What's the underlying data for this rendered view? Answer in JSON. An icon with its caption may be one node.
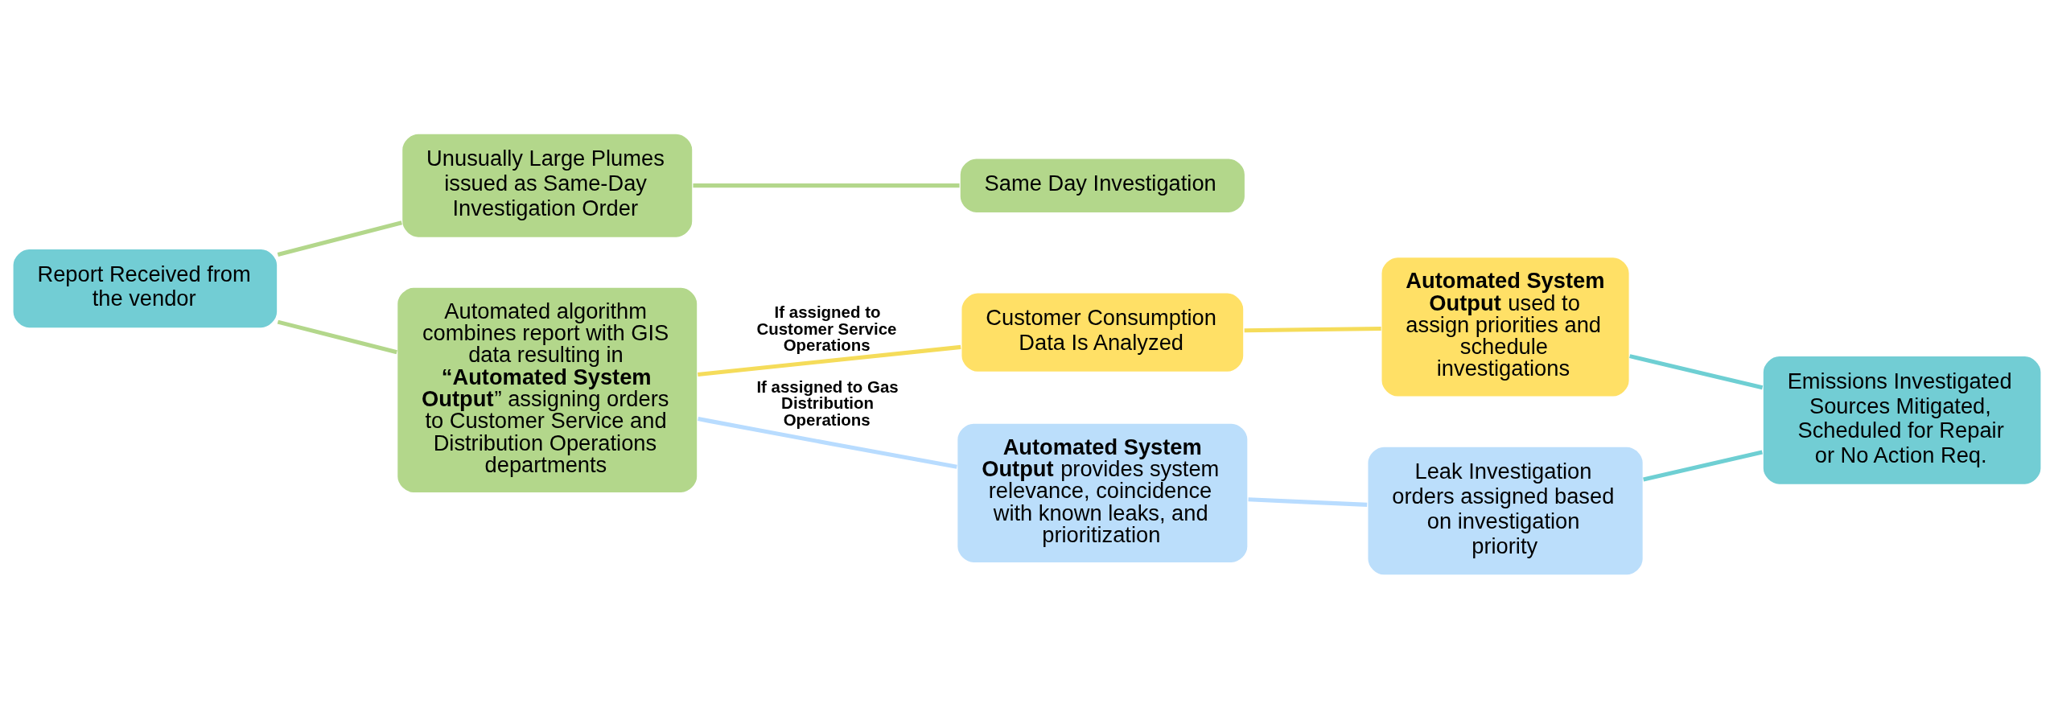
{
  "diagram": {
    "nodes": [
      {
        "text": [
          "Report Received from the vendor"
        ]
      },
      {
        "text": [
          "Unusually Large Plumes issued as Same-Day Investigation Order"
        ]
      },
      {
        "text": [
          "Same Day Investigation"
        ]
      },
      {
        "text": [
          "Automated algorithm combines report with GIS data resulting in **“Automated System Output**” assigning orders to Customer Service and Distribution Operations departments"
        ]
      },
      {
        "text": [
          "Customer Consumption Data Is Analyzed"
        ]
      },
      {
        "text": [
          "**Automated System Output** used to assign priorities and schedule investigations"
        ]
      },
      {
        "text": [
          "**Automated System Output** provides system relevance, coincidence with known leaks, and prioritization"
        ]
      },
      {
        "text": [
          "Leak Investigation orders assigned based on investigation priority"
        ]
      },
      {
        "text": [
          "Emissions Investigated Sources Mitigated, Scheduled for Repair or No Action Req."
        ]
      }
    ],
    "edges": [
      {
        "from": 0,
        "to": 1,
        "arrow": "none"
      },
      {
        "from": 0,
        "to": 3,
        "arrow": "none"
      },
      {
        "from": 1,
        "to": 2,
        "arrow": "none"
      },
      {
        "from": 3,
        "to": 4,
        "arrow": "none",
        "label": "If assigned to Customer Service Operations",
        "color": "#f5dc5a"
      },
      {
        "from": 3,
        "to": 6,
        "arrow": "none",
        "label": "If assigned to Gas Distribution Operations",
        "color": "#b8dcff"
      },
      {
        "from": 4,
        "to": 5,
        "arrow": "none",
        "color": "#f5dc5a"
      },
      {
        "from": 6,
        "to": 7,
        "arrow": "none",
        "color": "#b8dcff"
      },
      {
        "from": 5,
        "to": 8,
        "arrow": "none",
        "color": "#6ecfd3"
      },
      {
        "from": 7,
        "to": 8,
        "arrow": "none",
        "color": "#6ecfd3"
      }
    ]
  }
}
